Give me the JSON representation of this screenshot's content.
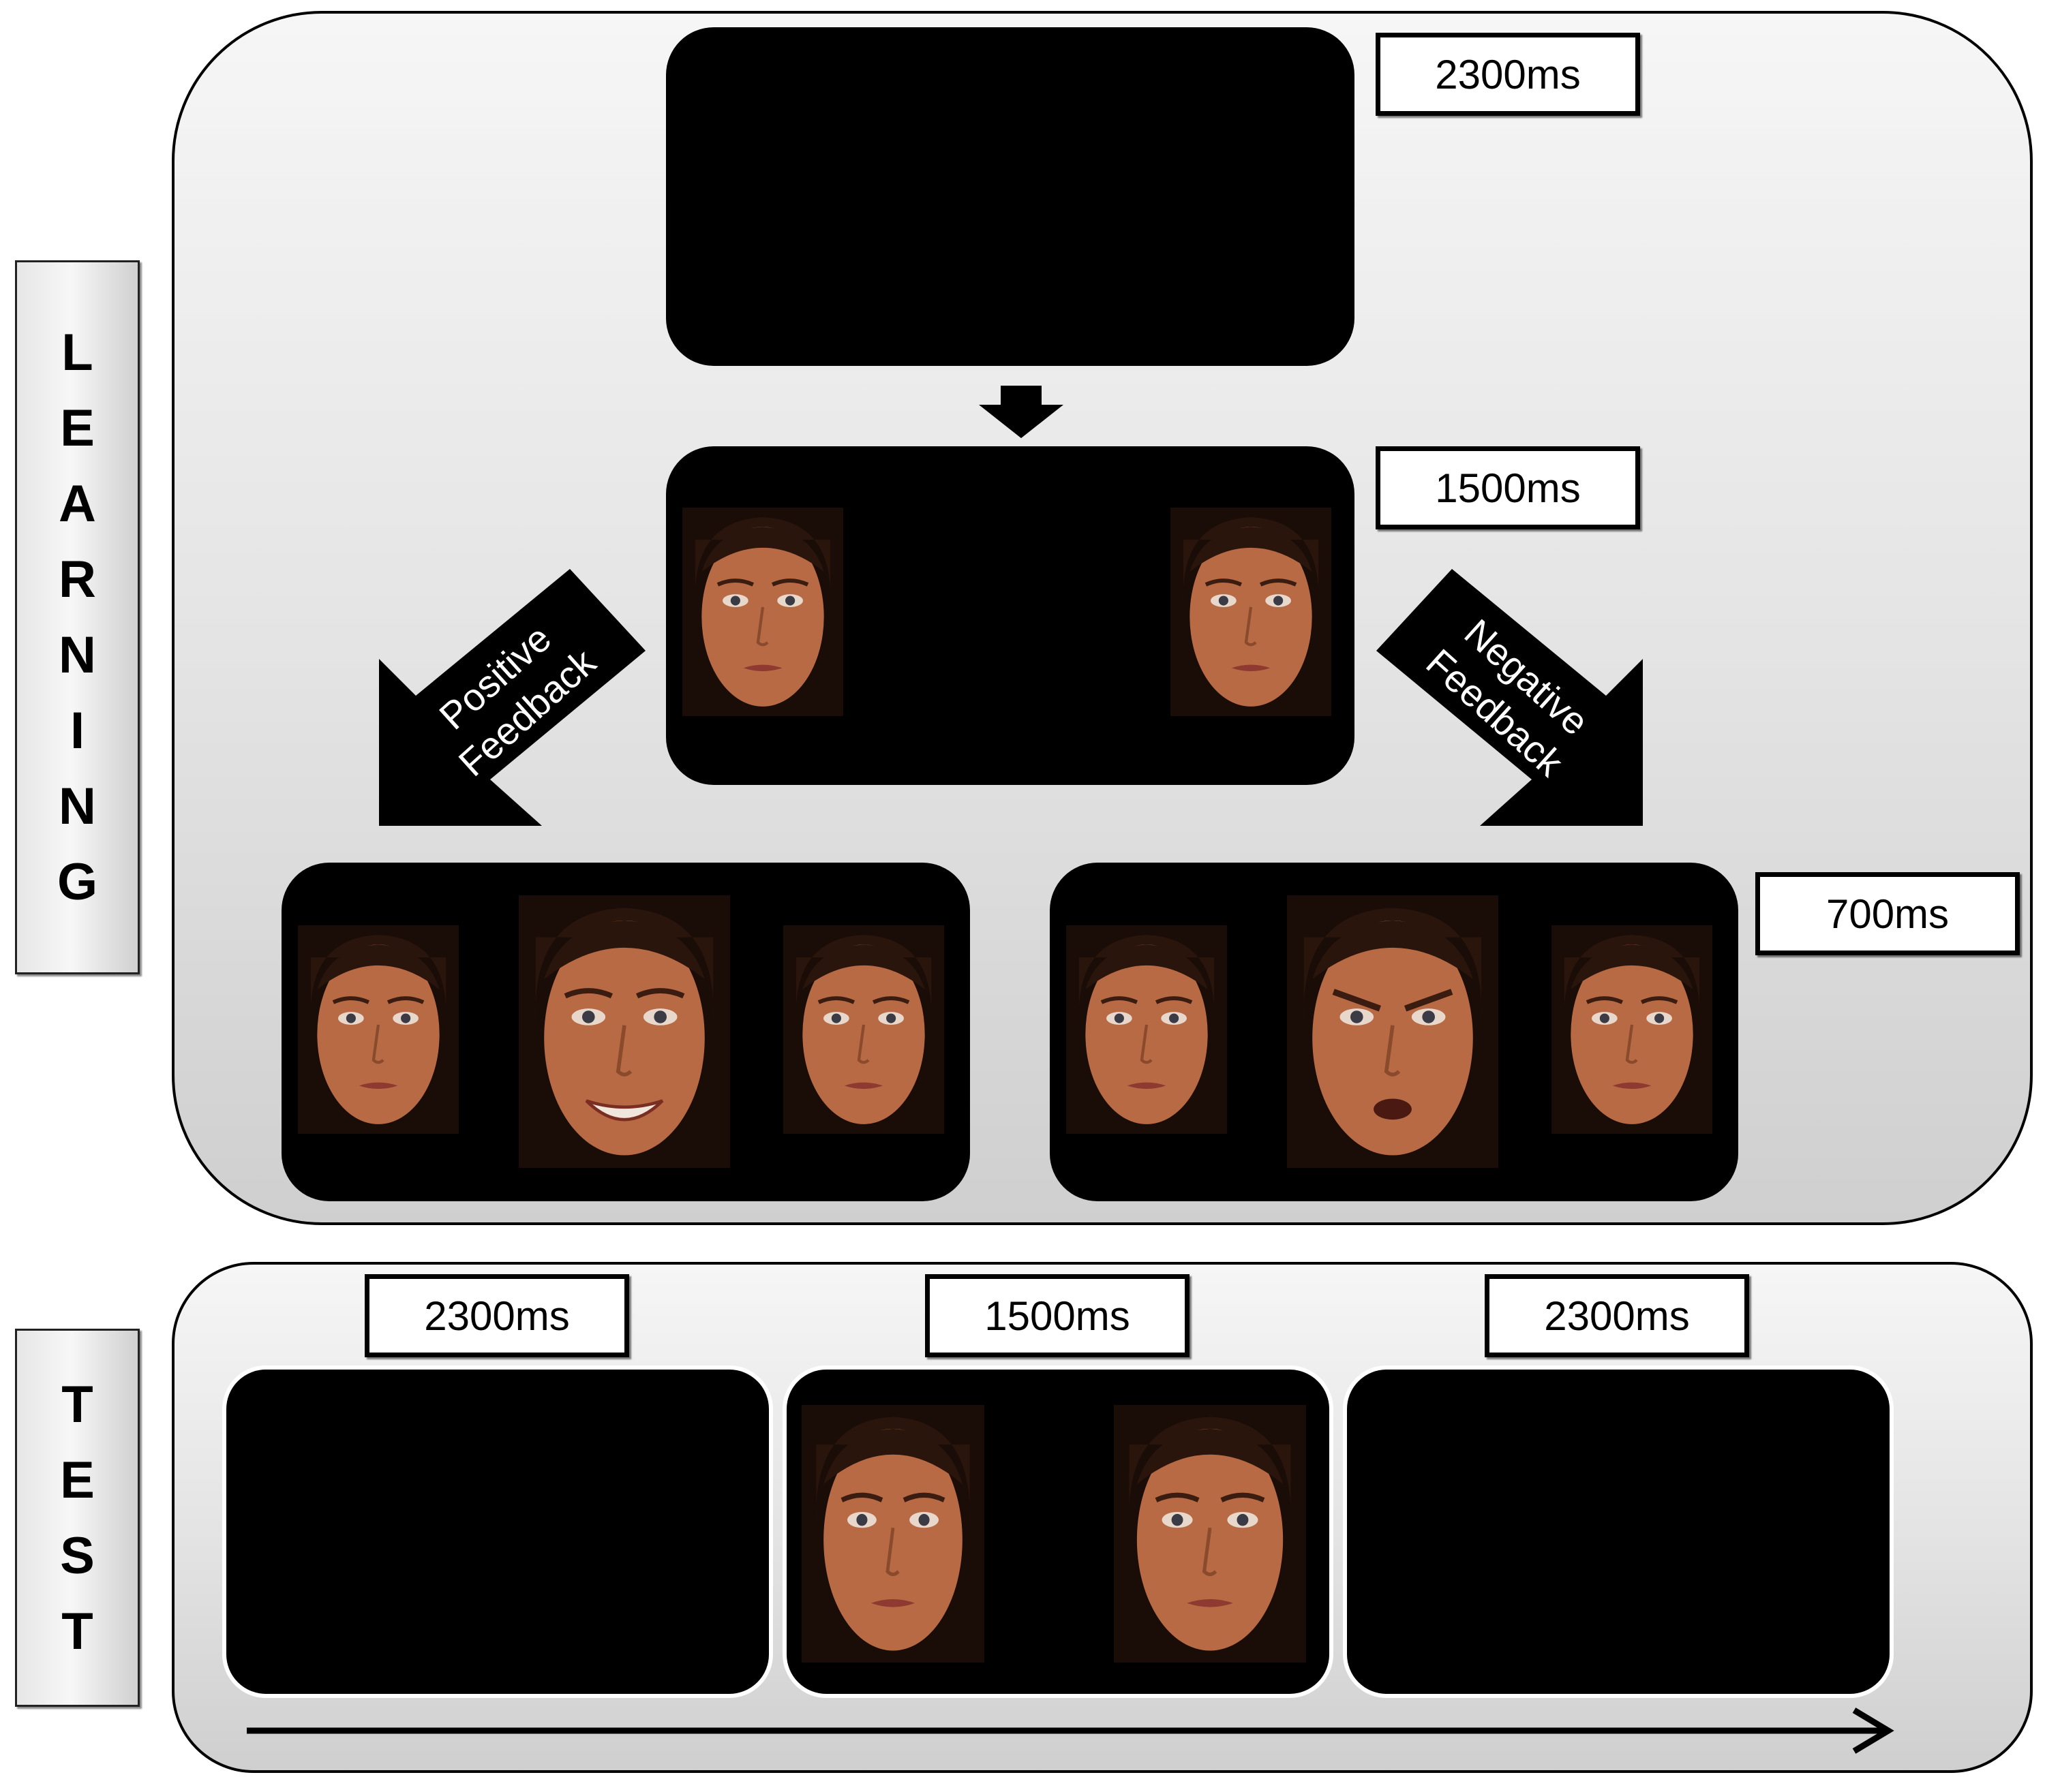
{
  "learning": {
    "label_letters": [
      "L",
      "E",
      "A",
      "R",
      "N",
      "I",
      "N",
      "G"
    ],
    "fixation_time": "2300ms",
    "stimulus_time": "1500ms",
    "feedback_time": "700ms",
    "positive_feedback": {
      "line1": "Positive",
      "line2": "Feedback"
    },
    "negative_feedback": {
      "line1": "Negative",
      "line2": "Feedback"
    }
  },
  "test": {
    "label_letters": [
      "T",
      "E",
      "S",
      "T"
    ],
    "times": [
      "2300ms",
      "1500ms",
      "2300ms"
    ]
  },
  "colors": {
    "screen": "#000000",
    "panel_top": "#f6f6f6",
    "panel_bottom": "#cfcfcf",
    "skin": "#b86a45",
    "hair": "#2a150c"
  }
}
